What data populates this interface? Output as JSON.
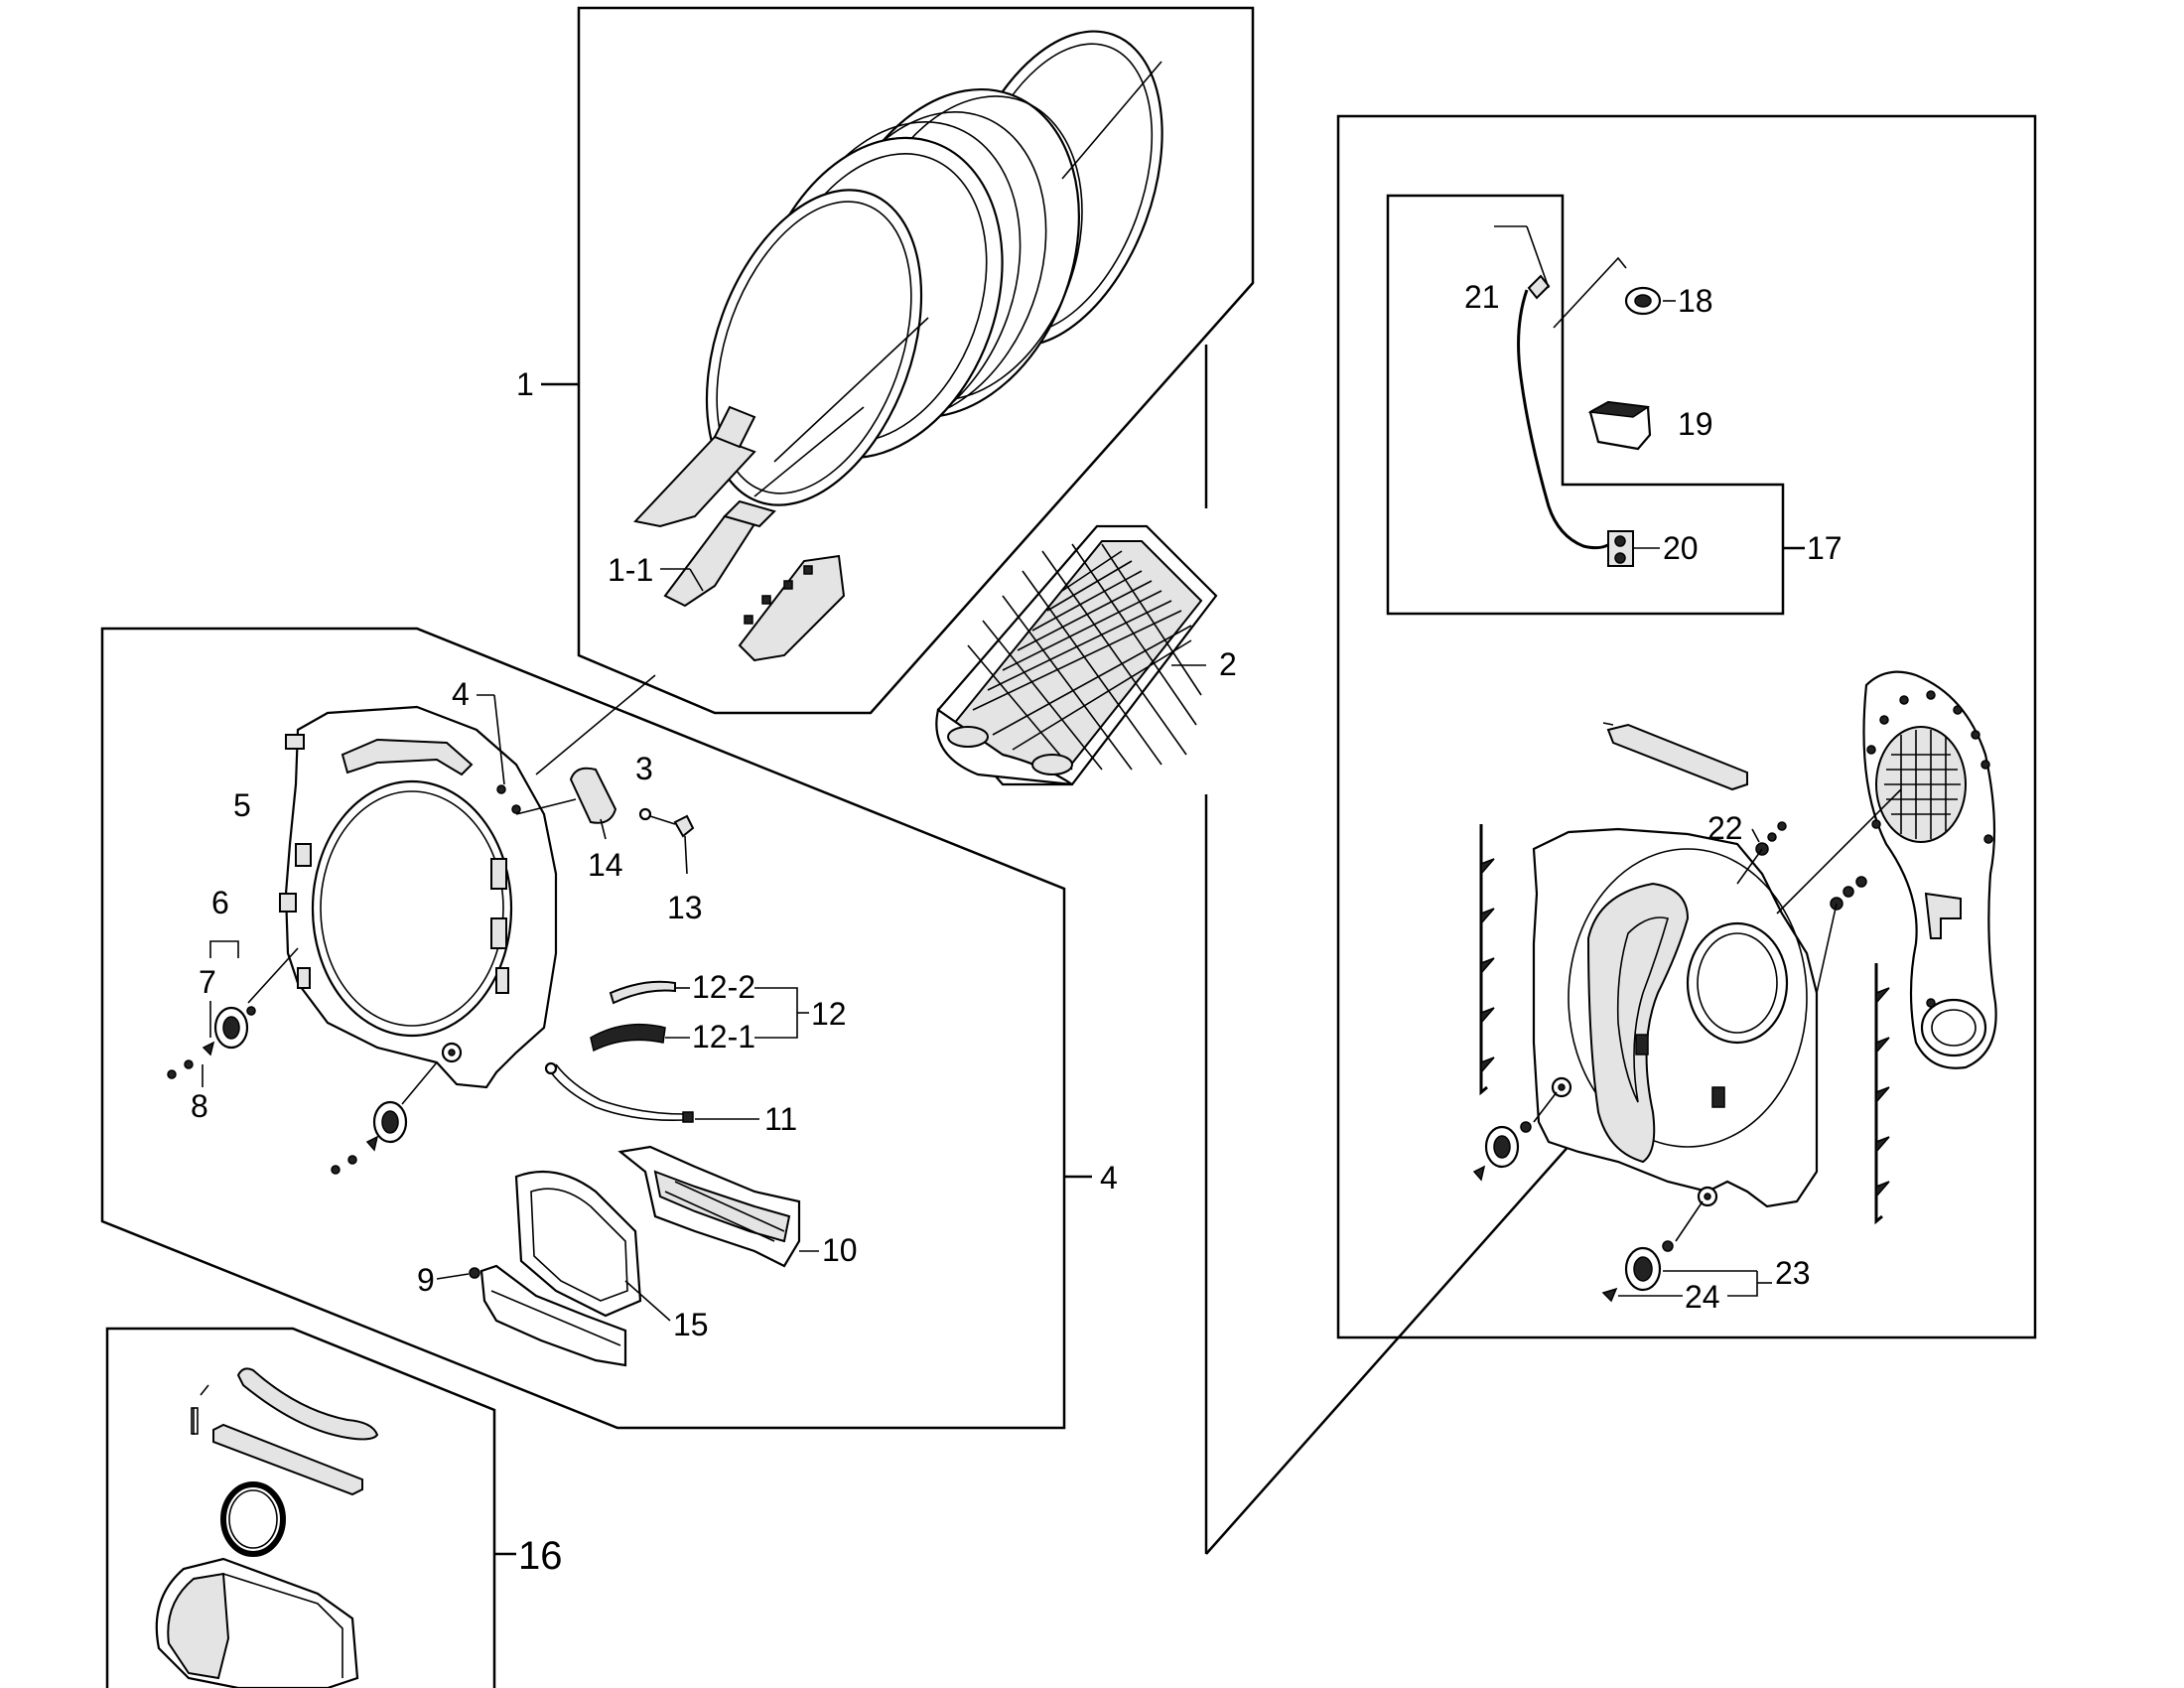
{
  "callouts": {
    "c1": "1",
    "c1_1": "1-1",
    "c2": "2",
    "c3": "3",
    "c4a": "4",
    "c4b": "4",
    "c5": "5",
    "c6": "6",
    "c7": "7",
    "c8": "8",
    "c9": "9",
    "c10": "10",
    "c11": "11",
    "c12": "12",
    "c12_1": "12-1",
    "c12_2": "12-2",
    "c13": "13",
    "c14": "14",
    "c15": "15",
    "c16": "16",
    "c17": "17",
    "c18": "18",
    "c19": "19",
    "c20": "20",
    "c21": "21",
    "c22": "22",
    "c23": "23",
    "c24": "24"
  },
  "icons": {
    "drum": "drum-assembly-icon",
    "filter": "lint-filter-icon",
    "front_frame": "front-frame-icon",
    "rear_frame": "rear-frame-icon",
    "duct": "duct-assembly-icon"
  }
}
